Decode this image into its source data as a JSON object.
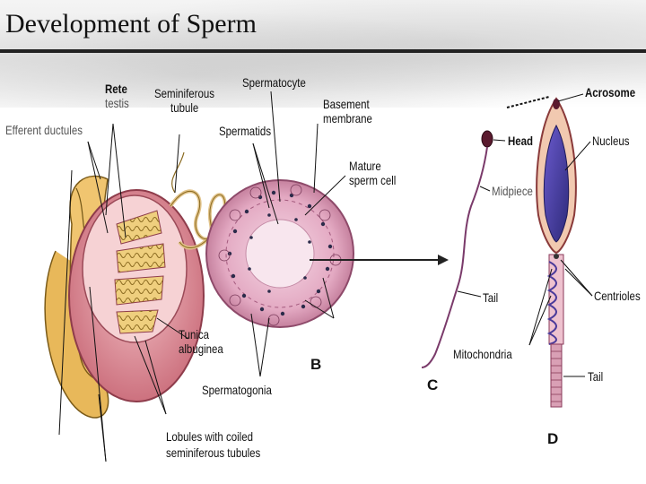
{
  "title": "Development of Sperm",
  "figure_a": {
    "efferent_ductules": "Efferent ductules",
    "rete_testis_line1": "Rete",
    "rete_testis_line2": "testis",
    "seminiferous_tubule_line1": "Seminiferous",
    "seminiferous_tubule_line2": "tubule",
    "tunica_albuginea_line1": "Tunica",
    "tunica_albuginea_line2": "albuginea",
    "lobules_line1": "Lobules with coiled",
    "lobules_line2": "seminiferous tubules"
  },
  "figure_b": {
    "letter": "B",
    "spermatocyte": "Spermatocyte",
    "spermatids": "Spermatids",
    "basement_membrane_line1": "Basement",
    "basement_membrane_line2": "membrane",
    "mature_sperm_line1": "Mature",
    "mature_sperm_line2": "sperm cell",
    "spermatogonia": "Spermatogonia"
  },
  "figure_c": {
    "letter": "C",
    "head": "Head",
    "midpiece": "Midpiece",
    "tail": "Tail",
    "mitochondria": "Mitochondria"
  },
  "figure_d": {
    "letter": "D",
    "acrosome": "Acrosome",
    "nucleus": "Nucleus",
    "centrioles": "Centrioles",
    "tail": "Tail"
  }
}
